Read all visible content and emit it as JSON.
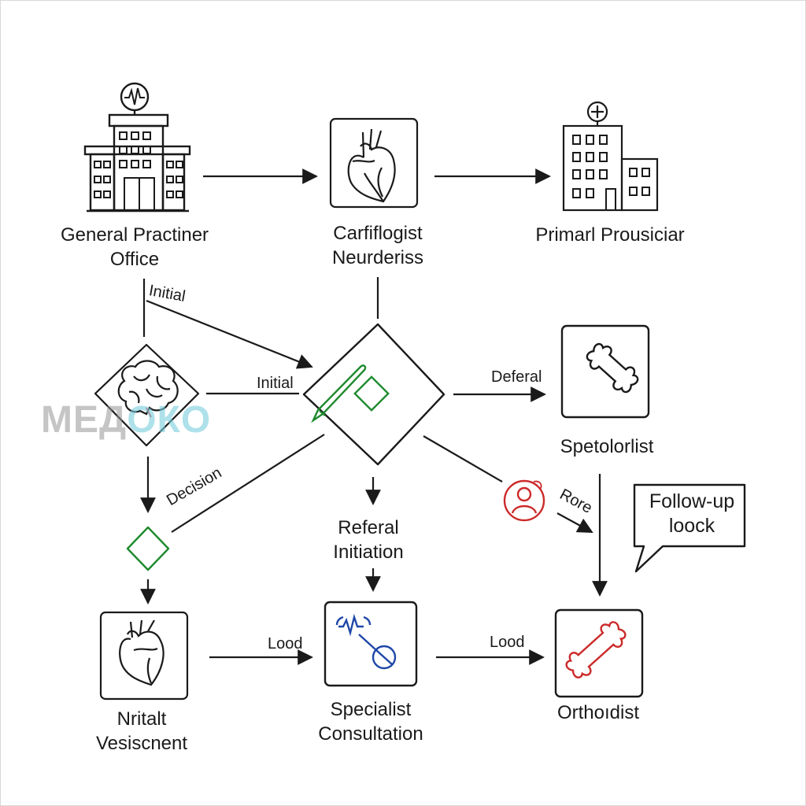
{
  "nodes": {
    "gp_office": "General Practiner\nOffice",
    "cardiologist": "Carfiflogist\nNeurderiss",
    "primary": "Primarl Prousiciar",
    "specialist_top": "Spetolorlist",
    "referral": "Referal\nInitiation",
    "initial_visit": "Nritalt\nVesiscnent",
    "consultation": "Specialist\nConsultation",
    "orthodontist": "Orthoıdist"
  },
  "edges": {
    "initial_top": "Initial",
    "initial_mid": "Initial",
    "deferal": "Deferal",
    "decision": "Decision",
    "rore": "Rore",
    "lood_left": "Lood",
    "lood_right": "Lood"
  },
  "callout": "Follow-up\nloock",
  "watermark": {
    "part1": "МЕД",
    "part2": "ОКО"
  },
  "colors": {
    "stroke": "#1a1a1a",
    "green": "#1e8a2e",
    "red": "#cc2a2a",
    "blue": "#1f47a8"
  }
}
